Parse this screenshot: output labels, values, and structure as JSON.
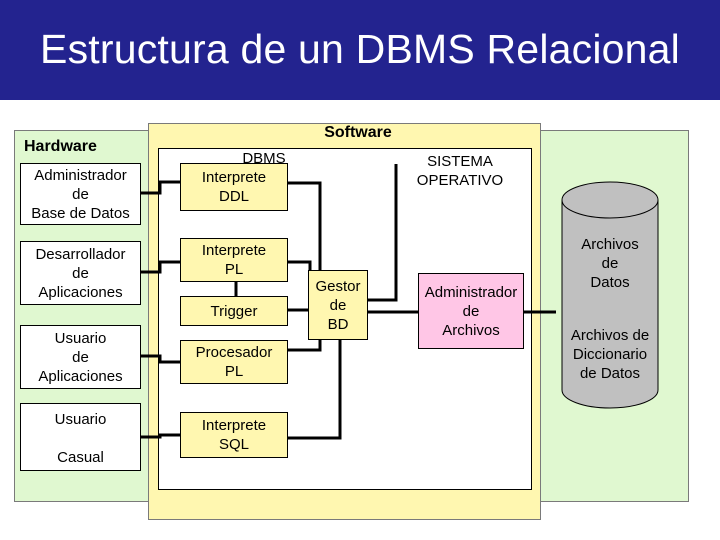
{
  "header": {
    "title": "Estructura de un DBMS Relacional"
  },
  "labels": {
    "hardware": "Hardware",
    "software": "Software",
    "dbms": "DBMS",
    "sistema_operativo": [
      "SISTEMA",
      "OPERATIVO"
    ]
  },
  "users": [
    {
      "lines": [
        "Administrador",
        "de",
        "Base de Datos"
      ]
    },
    {
      "lines": [
        "Desarrollador",
        "de",
        "Aplicaciones"
      ]
    },
    {
      "lines": [
        "Usuario",
        "de",
        "Aplicaciones"
      ]
    },
    {
      "lines": [
        "Usuario",
        "Casual"
      ]
    }
  ],
  "modules": [
    {
      "lines": [
        "Interprete",
        "DDL"
      ]
    },
    {
      "lines": [
        "Interprete",
        "PL"
      ]
    },
    {
      "lines": [
        "Trigger"
      ]
    },
    {
      "lines": [
        "Procesador",
        "PL"
      ]
    },
    {
      "lines": [
        "Interprete",
        "SQL"
      ]
    }
  ],
  "gestor": {
    "lines": [
      "Gestor",
      "de",
      "BD"
    ]
  },
  "admin_archivos": {
    "lines": [
      "Administrador",
      "de",
      "Archivos"
    ]
  },
  "storage": {
    "archivos_datos": [
      "Archivos",
      "de",
      "Datos"
    ],
    "diccionario": [
      "Archivos de",
      "Diccionario",
      "de Datos"
    ]
  },
  "colors": {
    "header_bg": "#23238f",
    "hardware_bg": "#e0f8d0",
    "software_bg": "#fff7b0",
    "admin_archivos_bg": "#ffc6e6",
    "cylinder": "#c0c0c0"
  }
}
